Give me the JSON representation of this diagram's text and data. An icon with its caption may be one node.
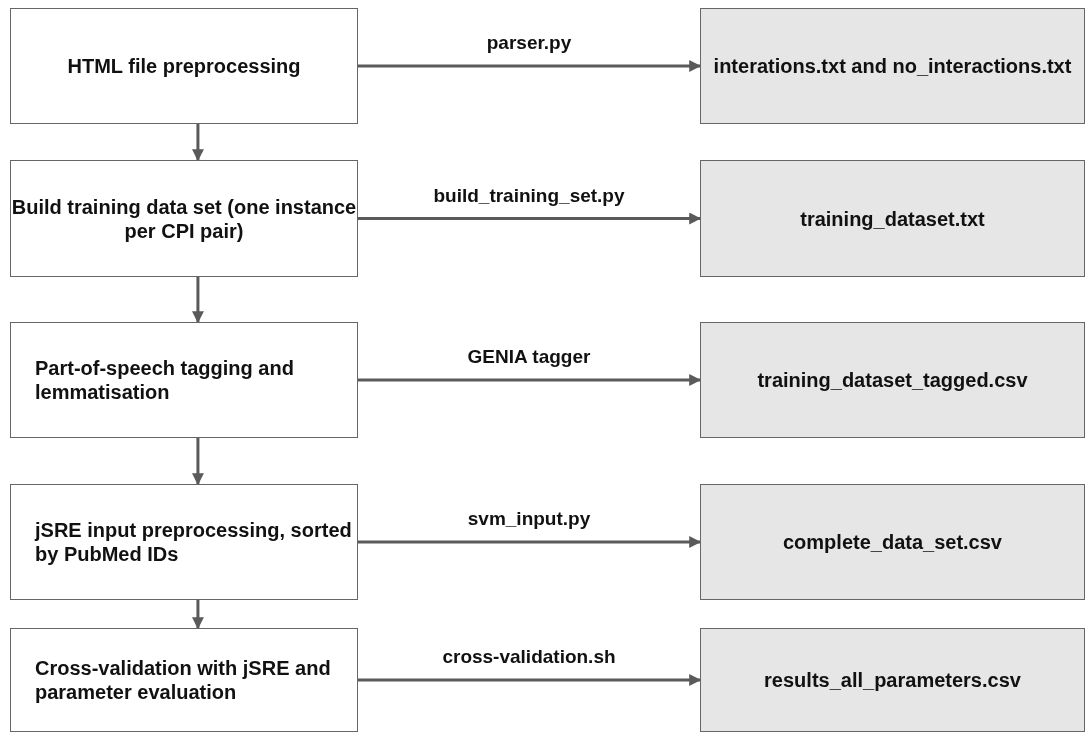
{
  "diagram": {
    "nodes": [
      {
        "text": [
          "HTML file preprocessing"
        ]
      },
      {
        "text": [
          "interations.txt and no_interactions.txt"
        ]
      },
      {
        "text": [
          "Build training data set (one instance per CPI pair)"
        ]
      },
      {
        "text": [
          "training_dataset.txt"
        ]
      },
      {
        "text": [
          "Part-of-speech tagging and lemmatisation"
        ]
      },
      {
        "text": [
          "training_dataset_tagged.csv"
        ]
      },
      {
        "text": [
          "jSRE input preprocessing, sorted by PubMed IDs"
        ]
      },
      {
        "text": [
          "complete_data_set.csv"
        ]
      },
      {
        "text": [
          "Cross-validation with jSRE and parameter evaluation"
        ]
      },
      {
        "text": [
          "results_all_parameters.csv"
        ]
      }
    ],
    "edges": [
      {
        "from": 0,
        "to": 1,
        "arrow": "to",
        "label": "parser.py"
      },
      {
        "from": 0,
        "to": 2,
        "arrow": "to"
      },
      {
        "from": 2,
        "to": 3,
        "arrow": "to",
        "label": "build_training_set.py"
      },
      {
        "from": 2,
        "to": 4,
        "arrow": "to"
      },
      {
        "from": 4,
        "to": 5,
        "arrow": "to",
        "label": "GENIA tagger"
      },
      {
        "from": 4,
        "to": 6,
        "arrow": "to"
      },
      {
        "from": 6,
        "to": 7,
        "arrow": "to",
        "label": "svm_input.py"
      },
      {
        "from": 6,
        "to": 8,
        "arrow": "to"
      },
      {
        "from": 8,
        "to": 9,
        "arrow": "to",
        "label": "cross-validation.sh"
      }
    ]
  }
}
